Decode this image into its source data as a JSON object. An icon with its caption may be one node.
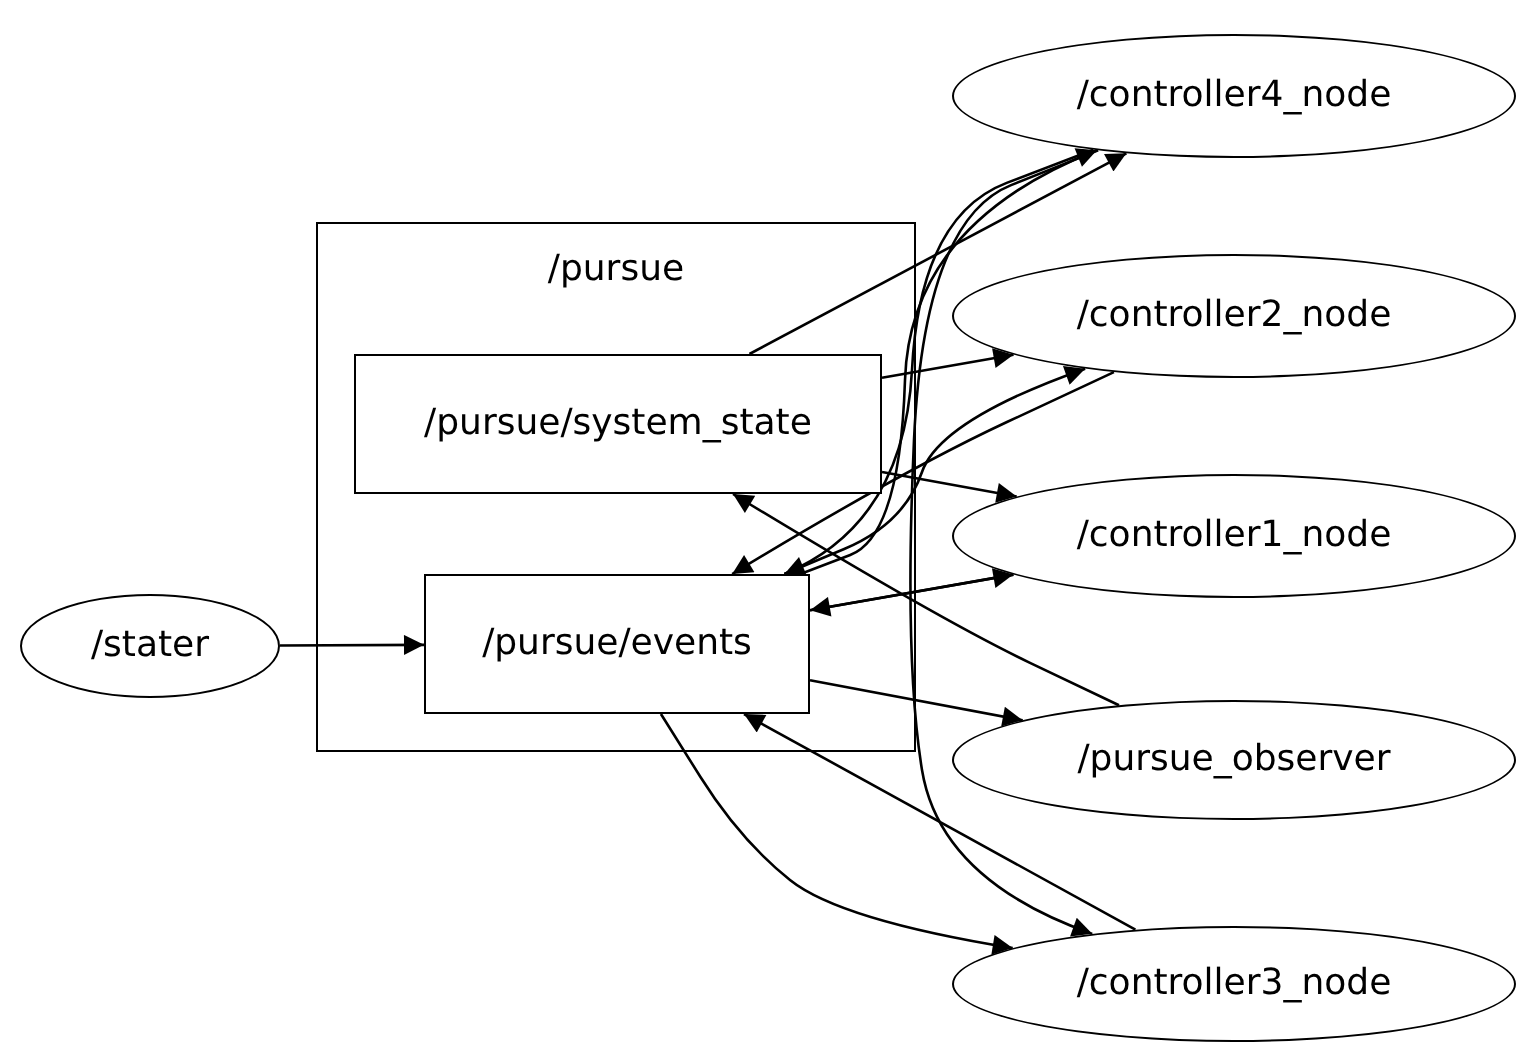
{
  "diagram": {
    "nodes": [
      {
        "text": [
          "/pursue"
        ]
      },
      {
        "text": [
          "/pursue/system_state"
        ],
        "in": 0
      },
      {
        "text": [
          "/pursue/events"
        ],
        "in": 0
      },
      {
        "text": [
          "/stater"
        ]
      },
      {
        "text": [
          "/controller4_node"
        ]
      },
      {
        "text": [
          "/controller2_node"
        ]
      },
      {
        "text": [
          "/controller1_node"
        ]
      },
      {
        "text": [
          "/pursue_observer"
        ]
      },
      {
        "text": [
          "/controller3_node"
        ]
      }
    ],
    "edges": [
      {
        "from": 3,
        "to": 2,
        "arrow": "to"
      },
      {
        "from": 1,
        "to": 4,
        "arrow": "to"
      },
      {
        "from": 2,
        "to": 4,
        "arrow": "to"
      },
      {
        "from": 1,
        "to": 5,
        "arrow": "to"
      },
      {
        "from": 2,
        "to": 5,
        "arrow": "to"
      },
      {
        "from": 1,
        "to": 6,
        "arrow": "to"
      },
      {
        "from": 2,
        "to": 6,
        "arrow": "to"
      },
      {
        "from": 2,
        "to": 7,
        "arrow": "to"
      },
      {
        "from": 2,
        "to": 8,
        "arrow": "to"
      },
      {
        "from": 4,
        "to": 2,
        "arrow": "to"
      },
      {
        "from": 5,
        "to": 2,
        "arrow": "to"
      },
      {
        "from": 6,
        "to": 2,
        "arrow": "to"
      },
      {
        "from": 7,
        "to": 1,
        "arrow": "to"
      },
      {
        "from": 8,
        "to": 2,
        "arrow": "to"
      },
      {
        "from": 4,
        "to": 8,
        "arrow": "to"
      }
    ]
  }
}
